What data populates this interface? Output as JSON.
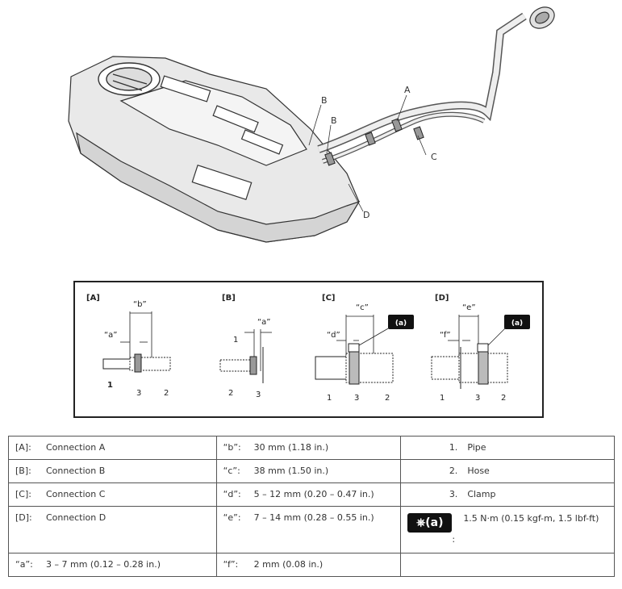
{
  "illustration": {
    "callouts": [
      {
        "id": "A",
        "text": "A"
      },
      {
        "id": "B1",
        "text": "B"
      },
      {
        "id": "B2",
        "text": "B"
      },
      {
        "id": "C",
        "text": "C"
      },
      {
        "id": "D",
        "text": "D"
      }
    ]
  },
  "details": {
    "A": {
      "tag": "[A]",
      "dim_b": "“b”",
      "dim_a": "“a”",
      "n1": "1",
      "n3": "3",
      "n2": "2"
    },
    "B": {
      "tag": "[B]",
      "dim_a": "“a”",
      "n1": "1",
      "n2": "2",
      "n3": "3"
    },
    "C": {
      "tag": "[C]",
      "dim_c": "“c”",
      "dim_d": "“d”",
      "n1": "1",
      "n3": "3",
      "n2": "2",
      "torque": "(a)"
    },
    "D": {
      "tag": "[D]",
      "dim_e": "“e”",
      "dim_f": "“f”",
      "n1": "1",
      "n3": "3",
      "n2": "2",
      "torque": "(a)"
    }
  },
  "legend": {
    "connections": [
      {
        "key": "[A]:",
        "value": "Connection A"
      },
      {
        "key": "[B]:",
        "value": "Connection B"
      },
      {
        "key": "[C]:",
        "value": "Connection C"
      },
      {
        "key": "[D]:",
        "value": "Connection D"
      }
    ],
    "dim_a": {
      "key": "“a”:",
      "value": "3 – 7 mm (0.12 – 0.28 in.)"
    },
    "dimensions": [
      {
        "key": "“b”:",
        "value": "30 mm (1.18 in.)"
      },
      {
        "key": "“c”:",
        "value": "38 mm (1.50 in.)"
      },
      {
        "key": "“d”:",
        "value": "5 – 12 mm (0.20 – 0.47 in.)"
      },
      {
        "key": "“e”:",
        "value": "7 – 14 mm (0.28 – 0.55 in.)"
      },
      {
        "key": "“f”:",
        "value": "2 mm (0.08 in.)"
      }
    ],
    "parts": [
      {
        "num": "1.",
        "name": "Pipe"
      },
      {
        "num": "2.",
        "name": "Hose"
      },
      {
        "num": "3.",
        "name": "Clamp"
      }
    ],
    "torque": {
      "badge": "(a)",
      "colon": ":",
      "value": "1.5 N·m (0.15 kgf-m, 1.5 lbf-ft)"
    }
  }
}
